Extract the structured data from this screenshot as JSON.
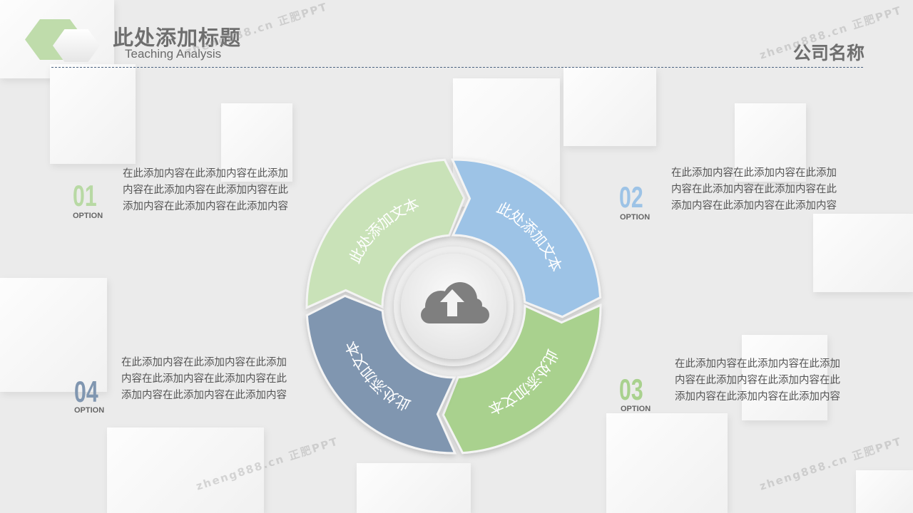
{
  "header": {
    "title": "此处添加标题",
    "subtitle": "Teaching Analysis",
    "company": "公司名称"
  },
  "watermark": "zheng888.cn 正肥PPT",
  "options": [
    {
      "number": "01",
      "label": "OPTION",
      "color": "#b8d9a4",
      "text": "在此添加内容在此添加内容在此添加内容在此添加内容在此添加内容在此添加内容在此添加内容在此添加内容"
    },
    {
      "number": "02",
      "label": "OPTION",
      "color": "#9dc3e6",
      "text": "在此添加内容在此添加内容在此添加内容在此添加内容在此添加内容在此添加内容在此添加内容在此添加内容"
    },
    {
      "number": "03",
      "label": "OPTION",
      "color": "#a9d18e",
      "text": "在此添加内容在此添加内容在此添加内容在此添加内容在此添加内容在此添加内容在此添加内容在此添加内容"
    },
    {
      "number": "04",
      "label": "OPTION",
      "color": "#8096b0",
      "text": "在此添加内容在此添加内容在此添加内容在此添加内容在此添加内容在此添加内容在此添加内容在此添加内容"
    }
  ],
  "cycle": {
    "center_icon": "cloud-upload-icon",
    "segments": [
      {
        "label": "此处添加文本",
        "color": "#c9e2b8"
      },
      {
        "label": "此处添加文本",
        "color": "#9dc3e6"
      },
      {
        "label": "此处添加文本",
        "color": "#a9d18e"
      },
      {
        "label": "此处添加文本",
        "color": "#8096b0"
      }
    ]
  }
}
